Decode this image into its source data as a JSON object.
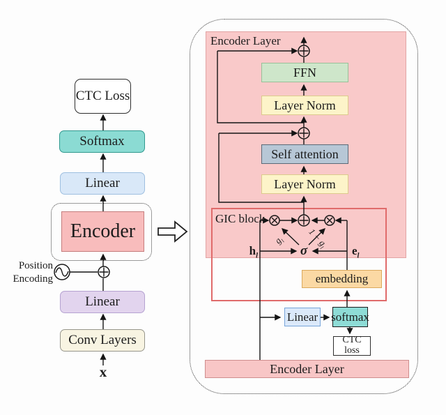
{
  "left": {
    "ctc": "CTC Loss",
    "softmax": "Softmax",
    "linear_top": "Linear",
    "encoder": "Encoder",
    "position1": "Position",
    "position2": "Encoding",
    "linear_bottom": "Linear",
    "conv": "Conv Layers",
    "input": "x"
  },
  "right": {
    "encoder_layer_top": "Encoder Layer",
    "ffn": "FFN",
    "layer_norm_upper": "Layer Norm",
    "self_attention": "Self attention",
    "layer_norm_lower": "Layer Norm",
    "gic_label": "GIC block",
    "sigma": "σ",
    "h": "h",
    "h_sub": "l",
    "e": "e",
    "e_sub": "l",
    "g": "g",
    "g_sub": "l",
    "one_minus_g": "1 − g",
    "one_minus_g_sub": "l",
    "embedding": "embedding",
    "linear": "Linear",
    "softmax": "softmax",
    "ctc": "CTC loss",
    "encoder_layer_bottom": "Encoder Layer"
  },
  "icons": {
    "plus_circle": "circled-plus operator",
    "times_circle": "circled-times operator",
    "sine_circle": "positional-encoding sine symbol",
    "expand_arrow": "hollow right arrow"
  },
  "colors": {
    "pink_fill": "#f9c9c9",
    "pink_border": "#e2a4a4",
    "encoder_fill": "#f8bcbc",
    "encoder_border": "#c57d7d",
    "teal_fill": "#8bdbd3",
    "teal_border": "#31998f",
    "blue_fill": "#d9e8f8",
    "blue_border": "#9ebfe0",
    "purple_fill": "#e2d4ee",
    "purple_border": "#b5a2d1",
    "cream_fill": "#f8f4e2",
    "cream_border": "#97968b",
    "green_fill": "#cee6ca",
    "green_border": "#98c098",
    "yellow_fill": "#fdf4c9",
    "yellow_border": "#dcca8c",
    "slate_fill": "#b7c7d6",
    "slate_border": "#5a6a77",
    "orange_fill": "#fbd9a4",
    "orange_border": "#dba95c",
    "gic_border": "#e06b6b",
    "line": "#151515"
  }
}
